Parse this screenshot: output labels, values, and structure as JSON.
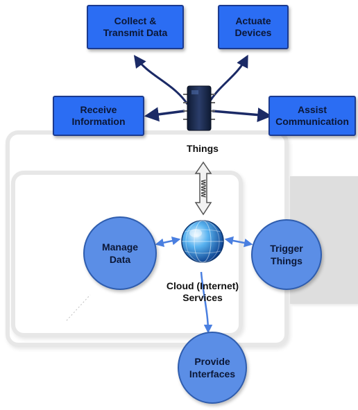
{
  "boxes": {
    "collect": [
      "Collect &",
      "Transmit Data"
    ],
    "actuate": [
      "Actuate",
      "Devices"
    ],
    "receive": [
      "Receive",
      "Information"
    ],
    "assist": [
      "Assist",
      "Communication"
    ]
  },
  "chip_label": "Things",
  "www_label": "WWW",
  "cloud_label": [
    "Cloud (Internet)",
    "Services"
  ],
  "circles": {
    "manage": [
      "Manage",
      "Data"
    ],
    "trigger": [
      "Trigger",
      "Things"
    ],
    "provide": [
      "Provide",
      "Interfaces"
    ]
  },
  "colors": {
    "box_fill": "#2b6df3",
    "box_border": "#1b3a8f",
    "circle_fill": "#5b8ee6",
    "arrow_dark": "#1b2a66",
    "arrow_light": "#4a7fe0"
  }
}
